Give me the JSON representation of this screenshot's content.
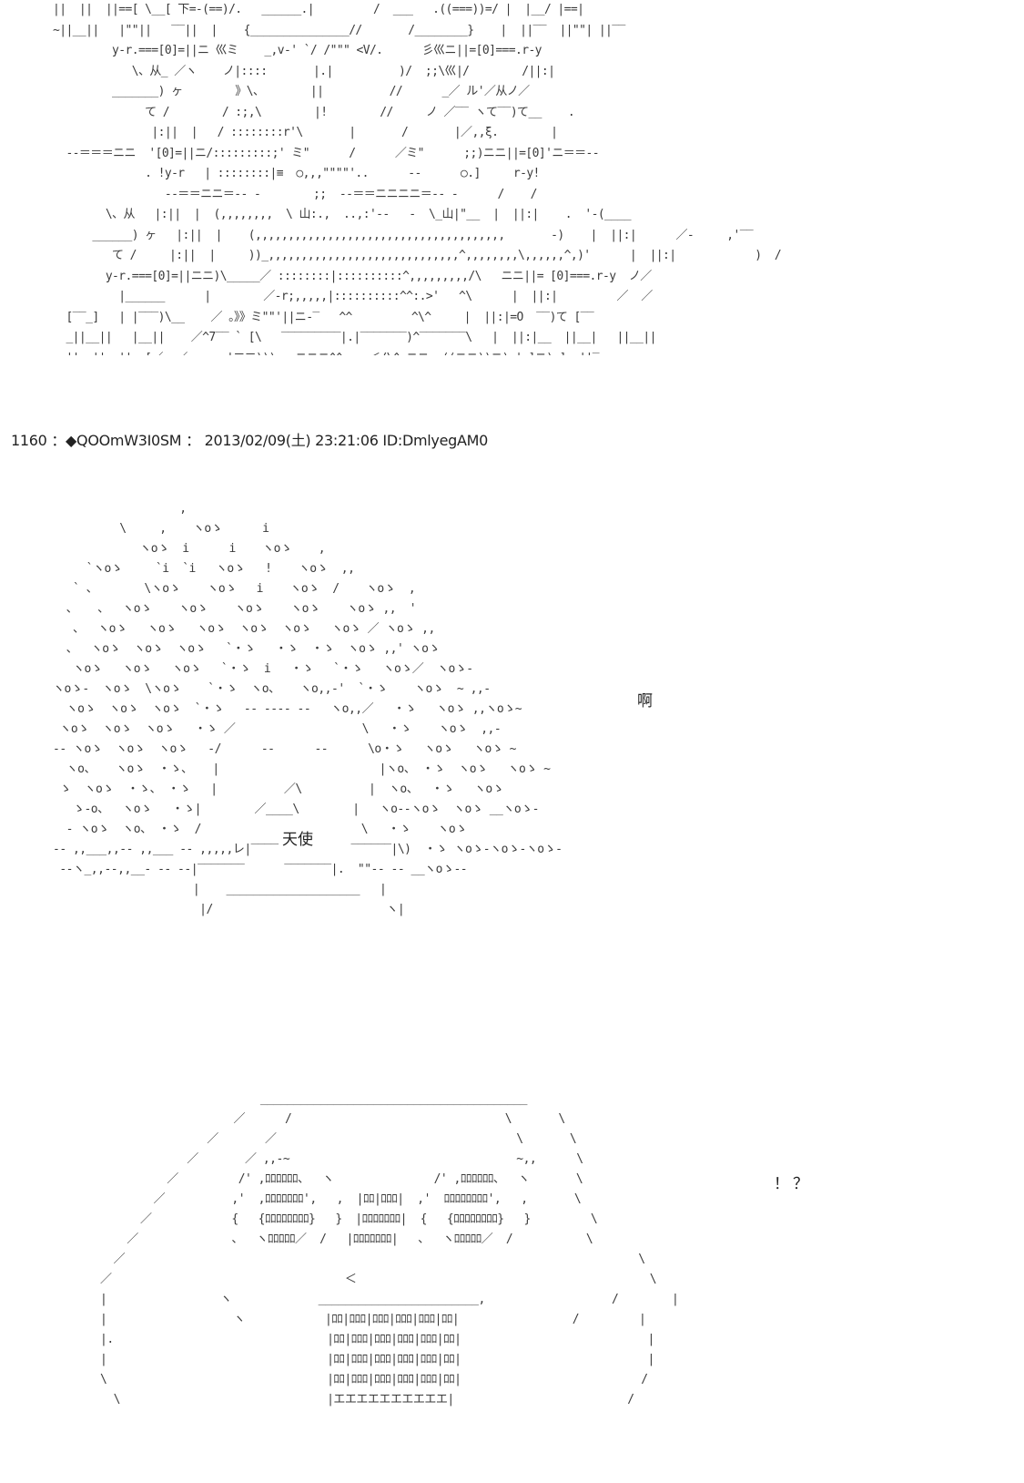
{
  "post": {
    "number": "1160",
    "separator": "：",
    "name": "◆QOOmW3I0SM",
    "date_separator": "：",
    "datetime": "2013/02/09(土) 23:21:06",
    "id": "ID:DmlyegAM0"
  },
  "art": {
    "top": "||  ||  ||==[ \\__[ 下=-(==)/.   ______.|         /  ___   .((===))=/ |  |__/ |==|\n~||__||   |\"\"||   ‾‾||  |    {_______________//       /________}    |  ||‾‾  ||\"\"| ||‾‾\n         y‐r.===[0]=||ニ 巛ミ    _,v-' `/ /\"\"\" <V/.      彡巛ニ||=[0]===.r‐y\n            \\、从_ ／ヽ    ノ|::::       |.|          )/  ;;\\巛|/        /||:|\n         _______) ヶ        》\\、       ||          //      _／ ル'／从ノ／\n              て /        / :;,\\        |!        //     ノ ／‾‾ ヽて‾‾)て__    .\n               |:||  |   / ::::::::r'\\       |       /       |／,,ξ.        |\n  ‐‐＝＝＝ニニ  '[0]=||ニ/:::::::::;' ミ\"      /      ／ミ\"      ;;)ニニ||=[0]'ニ＝＝‐‐\n              . !y‐r   | ::::::::|≡  ○,,,\"\"\"\"'..      ‐-      ○.]     r‐y!\n                 ‐‐＝＝ニニ＝‐‐ -        ;;  ‐‐＝＝ニニニニ＝‐‐ -      /    /\n        \\、从   |:||  |  (,,,,,,,,  \\ 山:.,  ..,:'-‐   -  \\_山|\"__  |  ||:|    .  '‐(____\n      ______) ヶ   |:||  |    (,,,,,,,,,,,,,,,,,,,,,,,,,,,,,,,,,,,,,,       -)    |  ||:|      ／‐     ,'‾‾\n         て /     |:||  |     ))_,,,,,,,,,,,,,,,,,,,,,,,,,,,,,^,,,,,,,,\\,,,,,,^,)'      |  ||:|            )  /\n        y‐r.===[0]=||ニニ)\\_____／ ::::::::|::::::::::^,,,,,,,,,/\\   ニニ||= [0]===.r‐y  ノ／\n          |______      |        ／‐r;,,,,,|::::::::::^^:.>'   ^\\      |  ||:|         ／  ／\n  [‾‾_]   | |‾‾‾)\\__    ／ 。》》ミ\"\"'||ニ‐‾   ^^         ^\\^     |  ||:|=O  ‾‾)て [‾‾\n  _||__||   |__||    ／^7‾‾ ` [\\   ‾‾‾‾‾‾‾‾‾|.|‾‾‾‾‾‾‾)^‾‾‾‾‾‾‾\\   |  ||:|__  ||__|   ||__||\n  ||__||__||==[／__／      '二二)))::_ニニニ^^____＜/\\^_ニニ_.((ニニ))ニ)_|_]ニ)_]==||‾",
    "middle": "                   ,\n          \\     ,    ヽoゝ      i\n             ヽoゝ  i      i    ヽoゝ    ,\n     `ヽoゝ     `i  `i   ヽoゝ   !    ヽoゝ  ,,\n   ` 、       \\ヽoゝ    ヽoゝ   i    ヽoゝ  /    ヽoゝ  ,\n  、   、  ヽoゝ    ヽoゝ    ヽoゝ    ヽoゝ    ヽoゝ ,,  '\n   、  ヽoゝ   ヽoゝ   ヽoゝ  ヽoゝ  ヽoゝ   ヽoゝ ／ ヽoゝ ,,\n  、  ヽoゝ  ヽoゝ  ヽoゝ   `・ゝ   ・ゝ  ・ゝ  ヽoゝ ,,' ヽoゝ\n   ヽoゝ   ヽoゝ   ヽoゝ   `・ゝ  i   ・ゝ   `・ゝ   ヽoゝ／  ヽoゝ‐\nヽoゝ‐  ヽoゝ  \\ヽoゝ    `・ゝ  ヽo、   ヽo,,‐'  `・ゝ    ヽoゝ  ~ ,,‐\n  ヽoゝ  ヽoゝ  ヽoゝ  `・ゝ   ‐‐ ‐‐‐‐ ‐‐   ヽo,,／   ・ゝ   ヽoゝ ,,ヽoゝ~\n ヽoゝ  ヽoゝ  ヽoゝ   ・ゝ ／                   \\   ・ゝ    ヽoゝ  ,,‐\n‐‐ ヽoゝ  ヽoゝ  ヽoゝ   ‐/      ‐‐      ‐‐      \\o・ゝ   ヽoゝ   ヽoゝ ~\n  ヽo、   ヽoゝ  ・ゝ、   |                        |ヽo、 ・ゝ  ヽoゝ   ヽoゝ ~\n ゝ  ヽoゝ  ・ゝ、 ・ゝ   |          ／\\          |  ヽo、  ・ゝ   ヽoゝ\n   ゝ‐o、  ヽoゝ   ・ゝ|        ／____\\        |   ヽo‐‐ヽoゝ  ヽoゝ __ヽoゝ‐\n  ‐ ヽoゝ  ヽo、 ・ゝ  /                        \\   ・ゝ    ヽoゝ\n‐‐ ,,___,,‐‐ ,,___ ‐‐ ,,,,,レ|‾‾‾‾‾‾         ‾‾‾‾‾‾|\\)  ・ゝ ヽoゝ‐ヽoゝ‐ヽoゝ‐\n ‐‐ヽ_,,‐‐,,__‐ ‐‐ ‐‐|‾‾‾‾‾‾‾      ‾‾‾‾‾‾‾|.  \"\"‐‐ ‐‐ __ヽoゝ‐‐\n                     |    ____________________   |\n                      |/                          ヽ|",
    "bottom": "                        ________________________________________\n                    ／      /                                \\       \\\n                ／       ／                                    \\       \\\n             ／       ／ ,,‐~                                  ~,,      \\\n          ／         /' ,ﾛﾛﾛﾛﾛﾛ、  ヽ               /' ,ﾛﾛﾛﾛﾛﾛ、  ヽ       \\\n        ／          ,'  ,ﾛﾛﾛﾛﾛﾛﾛ',   ,  |ﾛﾛ|ﾛﾛﾛ|  ,'  ﾛﾛﾛﾛﾛﾛﾛﾛ',   ,       \\\n      ／            {   {ﾛﾛﾛﾛﾛﾛﾛﾛ}   }  |ﾛﾛﾛﾛﾛﾛﾛ|  {   {ﾛﾛﾛﾛﾛﾛﾛﾛ}   }         \\\n    ／              、  ヽﾛﾛﾛﾛﾛ／  /   |ﾛﾛﾛﾛﾛﾛﾛ|   、  ヽﾛﾛﾛﾛﾛ／  /           \\\n  ／                                                                             \\\n／                                   ＜                                            \\\n|                 ヽ             ________________________,                   /        |\n|                   ヽ            |ﾛﾛ|ﾛﾛﾛ|ﾛﾛﾛ|ﾛﾛﾛ|ﾛﾛﾛ|ﾛﾛ|                 /         |\n|.                                |ﾛﾛ|ﾛﾛﾛ|ﾛﾛﾛ|ﾛﾛﾛ|ﾛﾛﾛ|ﾛﾛ|                            |\n|                                 |ﾛﾛ|ﾛﾛﾛ|ﾛﾛﾛ|ﾛﾛﾛ|ﾛﾛﾛ|ﾛﾛ|                            |\n\\                                 |ﾛﾛ|ﾛﾛﾛ|ﾛﾛﾛ|ﾛﾛﾛ|ﾛﾛﾛ|ﾛﾛ|                           /\n  \\                               |エエエエエエエエエエ|                          /"
  },
  "labels": {
    "angel": "天使",
    "sfx_ah": "啊",
    "sfx_surprise": "！？"
  }
}
